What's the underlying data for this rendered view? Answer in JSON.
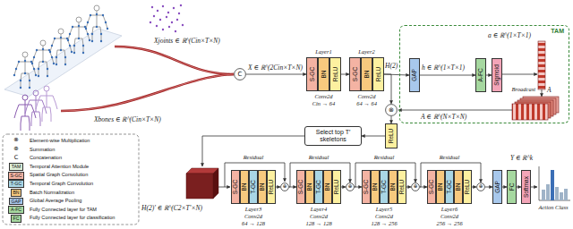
{
  "diagram": {
    "nodes": [
      {
        "text": [
          "C"
        ]
      },
      {
        "text": [
          "S-GC"
        ]
      },
      {
        "text": [
          "BN"
        ]
      },
      {
        "text": [
          "ReLU"
        ]
      },
      {
        "text": [
          "S-GC"
        ]
      },
      {
        "text": [
          "BN"
        ]
      },
      {
        "text": [
          "ReLU"
        ]
      },
      {
        "text": [
          "TAM"
        ]
      },
      {
        "text": [
          "GAP"
        ],
        "in": 7
      },
      {
        "text": [
          "A-FC"
        ],
        "in": 7
      },
      {
        "text": [
          "Sigmoid"
        ],
        "in": 7
      },
      {
        "text": [
          "⊗"
        ]
      },
      {
        "text": [
          "ReLU"
        ]
      },
      {
        "text": [
          "Select top T′ skeletons"
        ]
      },
      {
        "text": [
          "S-GC"
        ]
      },
      {
        "text": [
          "BN"
        ]
      },
      {
        "text": [
          "T-GC"
        ]
      },
      {
        "text": [
          "BN"
        ]
      },
      {
        "text": [
          "ReLU"
        ]
      },
      {
        "text": [
          "⊕"
        ]
      },
      {
        "text": [
          "S-GC"
        ]
      },
      {
        "text": [
          "BN"
        ]
      },
      {
        "text": [
          "T-GC"
        ]
      },
      {
        "text": [
          "BN"
        ]
      },
      {
        "text": [
          "ReLU"
        ]
      },
      {
        "text": [
          "⊕"
        ]
      },
      {
        "text": [
          "S-GC"
        ]
      },
      {
        "text": [
          "BN"
        ]
      },
      {
        "text": [
          "T-GC"
        ]
      },
      {
        "text": [
          "BN"
        ]
      },
      {
        "text": [
          "ReLU"
        ]
      },
      {
        "text": [
          "⊕"
        ]
      },
      {
        "text": [
          "S-GC"
        ]
      },
      {
        "text": [
          "BN"
        ]
      },
      {
        "text": [
          "T-GC"
        ]
      },
      {
        "text": [
          "BN"
        ]
      },
      {
        "text": [
          "ReLU"
        ]
      },
      {
        "text": [
          "⊕"
        ]
      },
      {
        "text": [
          "GAP"
        ]
      },
      {
        "text": [
          "FC"
        ]
      },
      {
        "text": [
          "Softmax"
        ]
      }
    ],
    "edges": [
      {
        "from": 0,
        "to": 1,
        "arrow": "to"
      },
      {
        "from": 3,
        "to": 4,
        "arrow": "to"
      },
      {
        "from": 6,
        "to": 8,
        "arrow": "to"
      },
      {
        "from": 6,
        "to": 11,
        "arrow": "to"
      },
      {
        "from": 8,
        "to": 9,
        "arrow": "to"
      },
      {
        "from": 9,
        "to": 10,
        "arrow": "to"
      },
      {
        "from": 11,
        "to": 12,
        "arrow": "to"
      },
      {
        "from": 12,
        "to": 13,
        "arrow": "to"
      },
      {
        "from": 18,
        "to": 19,
        "arrow": "to"
      },
      {
        "from": 19,
        "to": 20,
        "arrow": "to"
      },
      {
        "from": 24,
        "to": 25,
        "arrow": "to"
      },
      {
        "from": 25,
        "to": 26,
        "arrow": "to"
      },
      {
        "from": 30,
        "to": 31,
        "arrow": "to"
      },
      {
        "from": 31,
        "to": 32,
        "arrow": "to"
      },
      {
        "from": 36,
        "to": 37,
        "arrow": "to"
      },
      {
        "from": 37,
        "to": 38,
        "arrow": "to"
      },
      {
        "from": 38,
        "to": 39,
        "arrow": "to"
      },
      {
        "from": 39,
        "to": 40,
        "arrow": "to"
      },
      {
        "from": 19,
        "to": 25,
        "arrow": "to"
      },
      {
        "from": 25,
        "to": 31,
        "arrow": "to"
      },
      {
        "from": 31,
        "to": 37,
        "arrow": "to"
      }
    ],
    "labels": [
      "Xjoints ∈ ℝ^(Cin×T×N)",
      "Xbones ∈ ℝ^(Cin×T×N)",
      "X ∈ ℝ^(2Cin×T×N)",
      "Layer1",
      "Conv2d",
      "Cin → 64",
      "Layer2",
      "Conv2d",
      "64 → 64",
      "H(2)",
      "h ∈ ℝ^(1×T×1)",
      "a ∈ ℝ^(1×T×1)",
      "Broadcast",
      "A",
      "A ∈ ℝ^(N×T×N)",
      "H(2)′ ∈ ℝ^(C2×T′×N)",
      "Residual",
      "Residual",
      "Residual",
      "Residual",
      "Layer3",
      "Conv2d",
      "64 → 128",
      "Layer4",
      "Conv2d",
      "128 → 128",
      "Layer5",
      "Conv2d",
      "128 → 256",
      "Layer6",
      "Conv2d",
      "256 → 256",
      "Y ∈ ℝ^k",
      "Action Class",
      "⊗",
      "⊕",
      "C",
      "TAM",
      "S-GC",
      "T-GC",
      "BN",
      "GAP",
      "A-FC",
      "FC"
    ],
    "legend": [
      {
        "text": "Element-wise Multiplication"
      },
      {
        "text": "Summation"
      },
      {
        "text": "Concatenation"
      },
      {
        "text": "Temporal Attention Module"
      },
      {
        "text": "Spatial Graph Convolution"
      },
      {
        "text": "Temporal Graph Convolution"
      },
      {
        "text": "Batch Normalization"
      },
      {
        "text": "Global Average Pooling"
      },
      {
        "text": "Fully Connected layer for TAM"
      },
      {
        "text": "Fully Connected layer for classification"
      }
    ]
  }
}
